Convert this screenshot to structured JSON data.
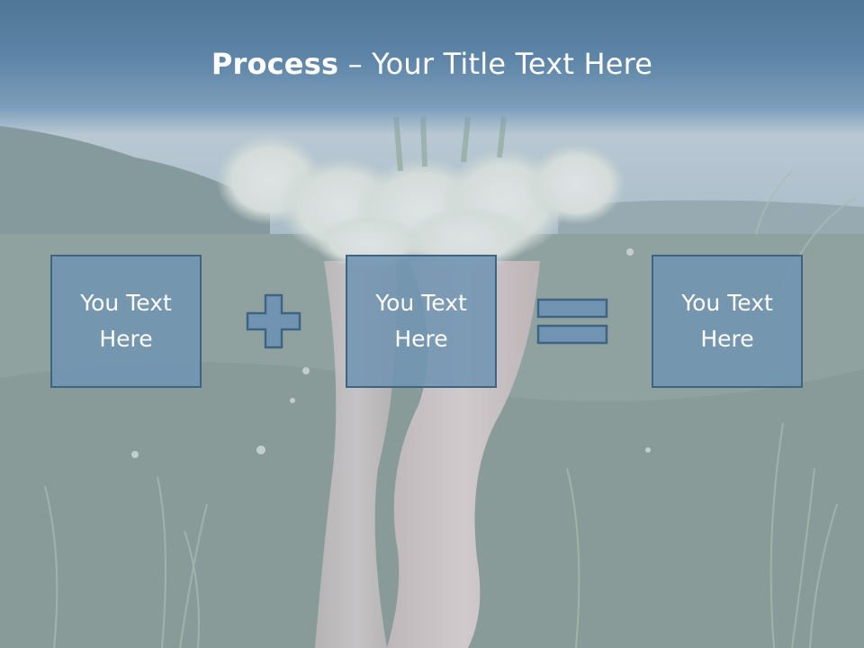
{
  "slide": {
    "title_bold": "Process",
    "title_rest": " – Your Title Text Here"
  },
  "boxes": [
    {
      "text": "You Text Here"
    },
    {
      "text": "You Text Here"
    },
    {
      "text": "You Text Here"
    }
  ],
  "operators": [
    "plus-icon",
    "equals-icon"
  ],
  "colors": {
    "title_band": "#5f86a8",
    "box_fill": "#7194b2",
    "box_border": "#3f6483",
    "text": "#ffffff"
  }
}
